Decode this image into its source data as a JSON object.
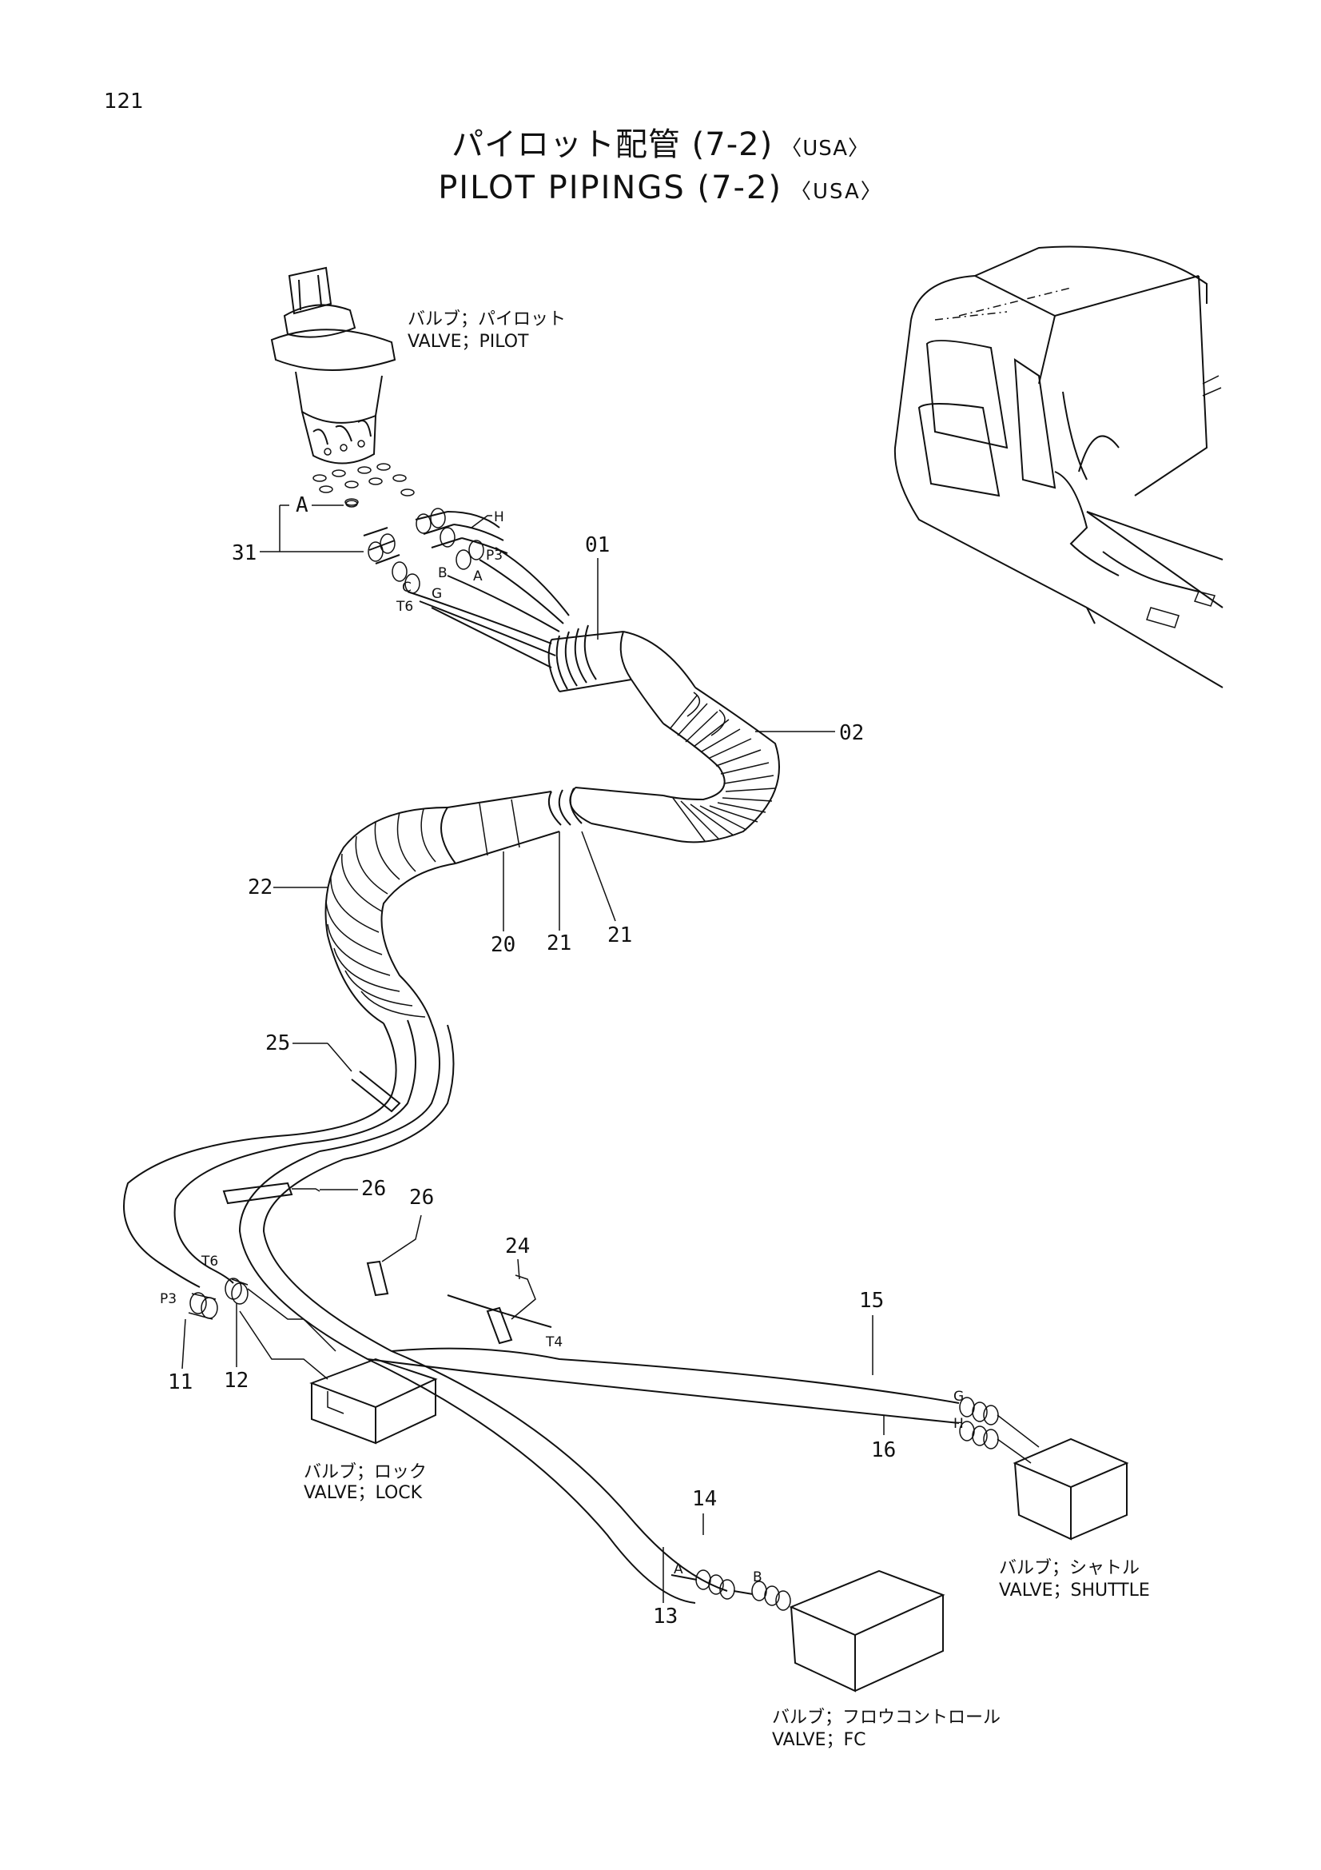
{
  "page_number": "121",
  "title": {
    "jp_main": "パイロット配管 (7-2)",
    "en_main": "PILOT PIPINGS (7-2)",
    "region": "〈USA〉"
  },
  "components": {
    "pilot_valve": {
      "jp": "バルブ；パイロット",
      "en": "VALVE；PILOT"
    },
    "lock_valve": {
      "jp": "バルブ；ロック",
      "en": "VALVE；LOCK"
    },
    "shuttle_valve": {
      "jp": "バルブ；シャトル",
      "en": "VALVE；SHUTTLE"
    },
    "fc_valve": {
      "jp": "バルブ；フロウコントロール",
      "en": "VALVE；FC"
    }
  },
  "part_numbers": {
    "p01": "01",
    "p02": "02",
    "p11": "11",
    "p12": "12",
    "p13": "13",
    "p14": "14",
    "p15": "15",
    "p16": "16",
    "p20": "20",
    "p21a": "21",
    "p21b": "21",
    "p22": "22",
    "p24": "24",
    "p25": "25",
    "p26a": "26",
    "p26b": "26",
    "p31": "31"
  },
  "port_labels": {
    "A_detail": "A",
    "H_top": "H",
    "P3_top": "P3",
    "B_top": "B",
    "A_top": "A",
    "C_top": "C",
    "G_top": "G",
    "T6_top": "T6",
    "T6_lock": "T6",
    "P3_lock": "P3",
    "T4": "T4",
    "G_shuttle": "G",
    "H_shuttle": "H",
    "A_fc": "A",
    "B_fc": "B"
  }
}
